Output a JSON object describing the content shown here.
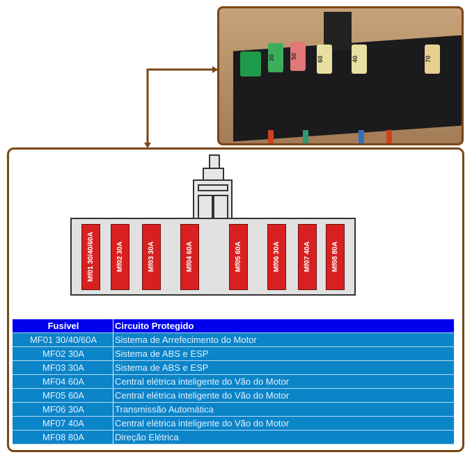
{
  "photo": {
    "fuse_labels": [
      "30",
      "50",
      "60",
      "40",
      "70"
    ]
  },
  "diagram": {
    "fuses": [
      "Mf01 30/40/60A",
      "Mf02 30A",
      "Mf03 30A",
      "Mf04 60A",
      "Mf05 60A",
      "Mf06 30A",
      "Mf07 40A",
      "Mf08 80A"
    ]
  },
  "table": {
    "headers": [
      "Fusível",
      "Circuito Protegido"
    ],
    "rows": [
      [
        "MF01 30/40/60A",
        "Sistema de Arrefecimento do Motor"
      ],
      [
        "MF02 30A",
        "Sistema de ABS e ESP"
      ],
      [
        "MF03 30A",
        "Sistema de ABS e ESP"
      ],
      [
        "MF04 60A",
        "Central elétrica inteligente do Vão do Motor"
      ],
      [
        "MF05 60A",
        "Central elétrica inteligente do Vão do Motor"
      ],
      [
        "MF06 30A",
        "Transmissão Automática"
      ],
      [
        "MF07 40A",
        "Central elétrica inteligente do Vão do Motor"
      ],
      [
        "MF08 80A",
        "Direção Elétrica"
      ]
    ]
  },
  "colors": {
    "frame": "#7a4614",
    "header": "#0000ee",
    "row": "#0b84c8",
    "fuse": "#d92020"
  }
}
